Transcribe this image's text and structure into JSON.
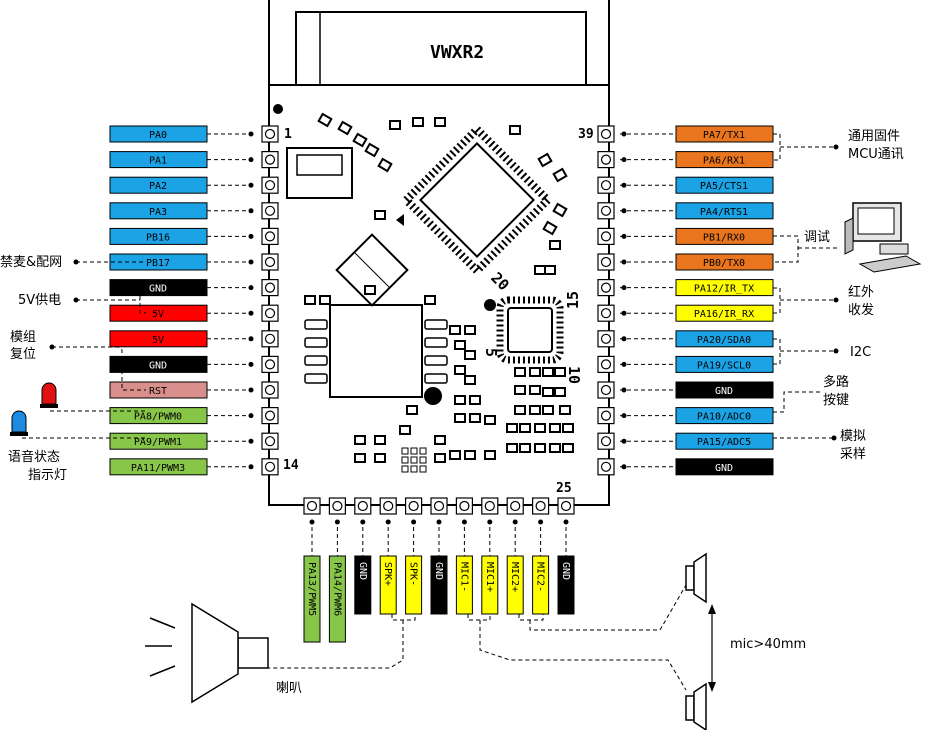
{
  "module": {
    "name": "VWXR2",
    "pin_marks": {
      "p1": "1",
      "p14": "14",
      "p25": "25",
      "p39": "39"
    },
    "chip_marks": {
      "c15": "15",
      "c10": "10",
      "c5": "5",
      "c20": "20"
    }
  },
  "colors": {
    "pa": "#1ca3e6",
    "gnd": "#000000",
    "pwr": "#ff0000",
    "rst": "#d9908d",
    "pwm": "#88c64a",
    "uart": "#e9761f",
    "ir": "#ffff00"
  },
  "left_pins": [
    {
      "label": "PA0",
      "color": "pa"
    },
    {
      "label": "PA1",
      "color": "pa"
    },
    {
      "label": "PA2",
      "color": "pa"
    },
    {
      "label": "PA3",
      "color": "pa"
    },
    {
      "label": "PB16",
      "color": "pa"
    },
    {
      "label": "PB17",
      "color": "pa"
    },
    {
      "label": "GND",
      "color": "gnd"
    },
    {
      "label": "5V",
      "color": "pwr"
    },
    {
      "label": "5V",
      "color": "pwr"
    },
    {
      "label": "GND",
      "color": "gnd"
    },
    {
      "label": "RST",
      "color": "rst"
    },
    {
      "label": "PA8/PWM0",
      "color": "pwm"
    },
    {
      "label": "PA9/PWM1",
      "color": "pwm"
    },
    {
      "label": "PA11/PWM3",
      "color": "pwm"
    }
  ],
  "right_pins": [
    {
      "label": "PA7/TX1",
      "color": "uart"
    },
    {
      "label": "PA6/RX1",
      "color": "uart"
    },
    {
      "label": "PA5/CTS1",
      "color": "pa"
    },
    {
      "label": "PA4/RTS1",
      "color": "pa"
    },
    {
      "label": "PB1/RX0",
      "color": "uart"
    },
    {
      "label": "PB0/TX0",
      "color": "uart"
    },
    {
      "label": "PA12/IR_TX",
      "color": "ir"
    },
    {
      "label": "PA16/IR_RX",
      "color": "ir"
    },
    {
      "label": "PA20/SDA0",
      "color": "pa"
    },
    {
      "label": "PA19/SCL0",
      "color": "pa"
    },
    {
      "label": "GND",
      "color": "gnd"
    },
    {
      "label": "PA10/ADC0",
      "color": "pa"
    },
    {
      "label": "PA15/ADC5",
      "color": "pa"
    },
    {
      "label": "GND",
      "color": "gnd"
    }
  ],
  "bottom_pins": [
    {
      "label": "PA13/PWM5",
      "color": "pwm"
    },
    {
      "label": "PA14/PWM6",
      "color": "pwm"
    },
    {
      "label": "GND",
      "color": "gnd"
    },
    {
      "label": "SPK+",
      "color": "ir"
    },
    {
      "label": "SPK-",
      "color": "ir"
    },
    {
      "label": "GND",
      "color": "gnd"
    },
    {
      "label": "MIC1-",
      "color": "ir"
    },
    {
      "label": "MIC1+",
      "color": "ir"
    },
    {
      "label": "MIC2+",
      "color": "ir"
    },
    {
      "label": "MIC2-",
      "color": "ir"
    },
    {
      "label": "GND",
      "color": "gnd"
    }
  ],
  "annotations": {
    "ann_mic_prog": "禁麦&配网",
    "ann_5v": "5V供电",
    "ann_reset_1": "模组",
    "ann_reset_2": "复位",
    "ann_voice_1": "语音状态",
    "ann_voice_2": "指示灯",
    "ann_fw_1": "通用固件",
    "ann_fw_2": "MCU通讯",
    "ann_debug": "调试",
    "ann_ir_1": "红外",
    "ann_ir_2": "收发",
    "ann_i2c": "I2C",
    "ann_keys_1": "多路",
    "ann_keys_2": "按键",
    "ann_analog_1": "模拟",
    "ann_analog_2": "采样",
    "ann_speaker": "喇叭",
    "ann_mic_dist": "mic>40mm"
  },
  "icons": [
    "red-led-icon",
    "blue-led-icon",
    "speaker-icon",
    "microphone-icon",
    "computer-icon"
  ]
}
